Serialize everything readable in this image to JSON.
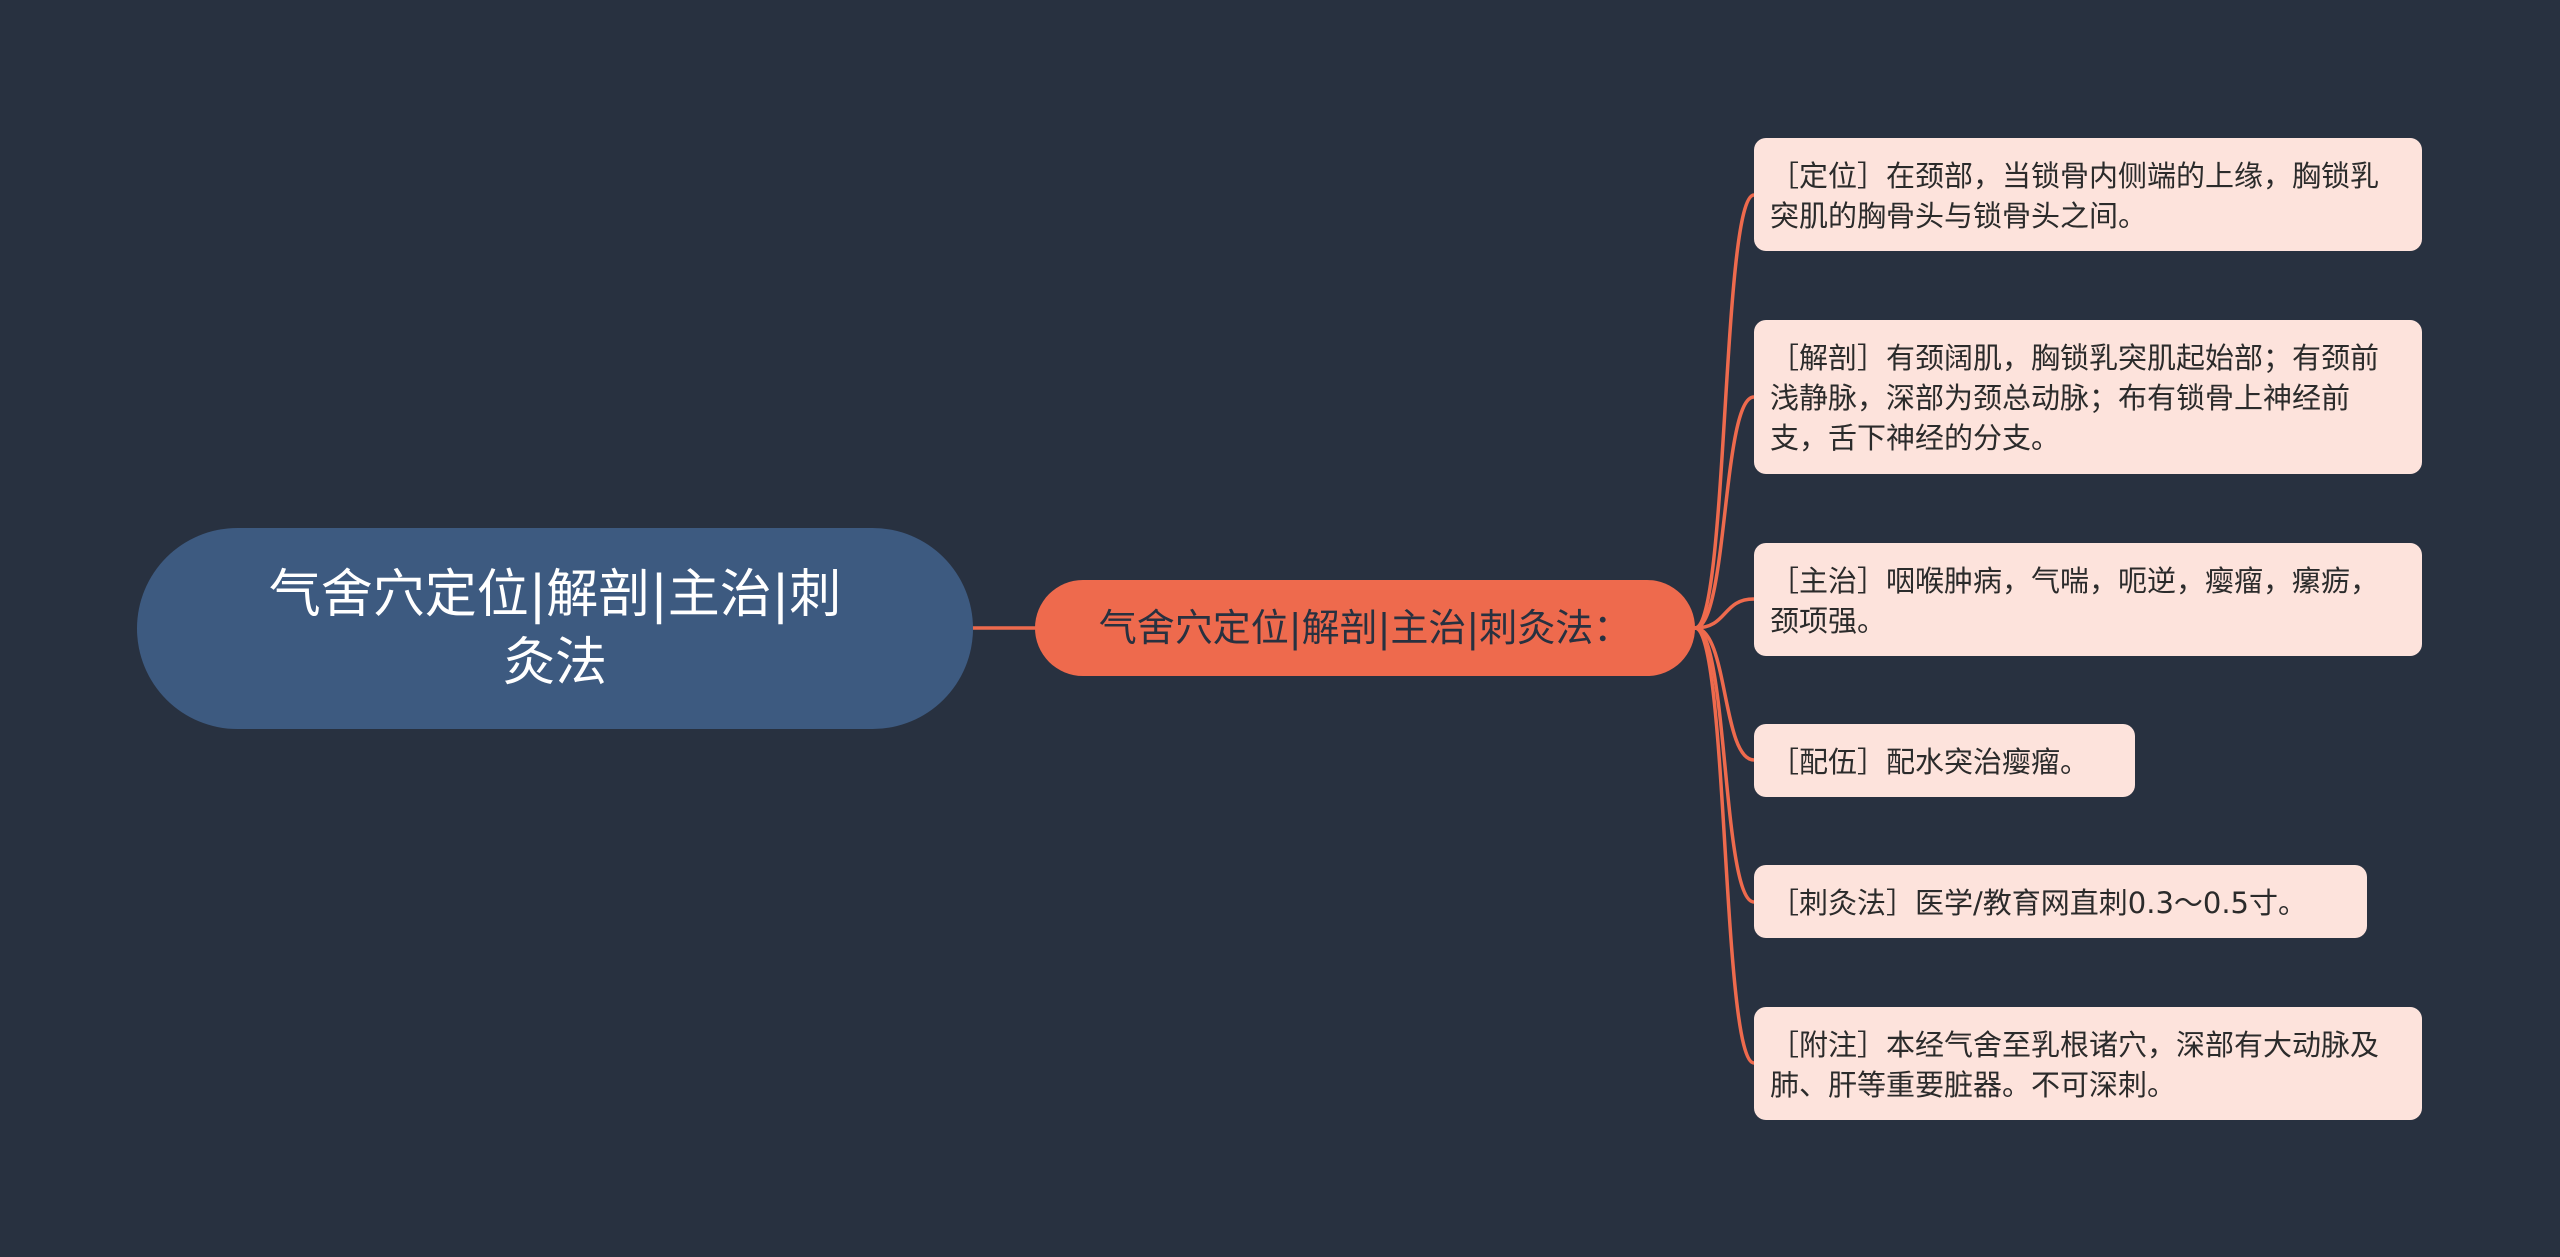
{
  "mindmap": {
    "root": {
      "label": "气舍穴定位|解剖|主治|刺灸法"
    },
    "branch": {
      "label": "气舍穴定位|解剖|主治|刺灸法："
    },
    "leaves": [
      {
        "label": "［定位］在颈部，当锁骨内侧端的上缘，胸锁乳突肌的胸骨头与锁骨头之间。"
      },
      {
        "label": "［解剖］有颈阔肌，胸锁乳突肌起始部；有颈前浅静脉，深部为颈总动脉；布有锁骨上神经前支，舌下神经的分支。"
      },
      {
        "label": "［主治］咽喉肿病，气喘，呃逆，瘿瘤，瘰疬，颈项强。"
      },
      {
        "label": "［配伍］配水突治瘿瘤。"
      },
      {
        "label": "［刺灸法］医学/教育网直刺0.3～0.5寸。"
      },
      {
        "label": "［附注］本经气舍至乳根诸穴，深部有大动脉及肺、肝等重要脏器。不可深刺。"
      }
    ],
    "colors": {
      "background": "#283140",
      "root_fill": "#3d5a80",
      "branch_fill": "#ee6a4d",
      "leaf_fill": "#fde3dc",
      "connector": "#ee6a4d"
    }
  }
}
